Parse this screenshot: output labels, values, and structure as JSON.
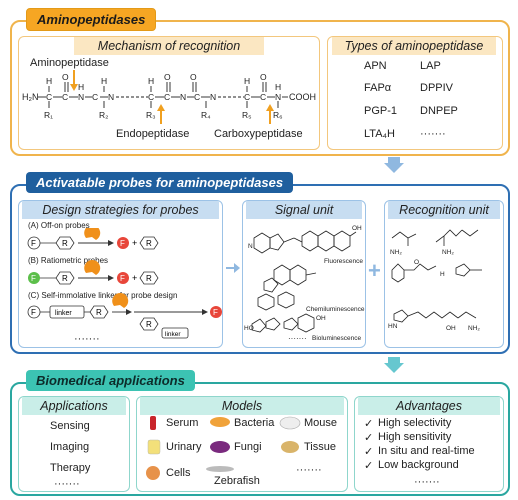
{
  "section1": {
    "title": "Aminopeptidases",
    "mechanism_title": "Mechanism of recognition",
    "aminopeptidase_label": "Aminopeptidase",
    "endopeptidase_label": "Endopeptidase",
    "carboxypeptidase_label": "Carboxypeptidase",
    "chain": {
      "n_term": "H₂N",
      "c_term": "COOH",
      "r_groups": [
        "R₁",
        "R₂",
        "R₃",
        "R₄",
        "R₅",
        "R₆"
      ]
    },
    "types_title": "Types of aminopeptidase",
    "types": [
      "APN",
      "LAP",
      "FAPα",
      "DPPIV",
      "PGP-1",
      "DNPEP",
      "LTA₄H",
      "·······"
    ]
  },
  "section2": {
    "title": "Activatable probes for aminopeptidases",
    "design_title": "Design strategies for probes",
    "strategies": [
      {
        "label": "(A) Off-on probes",
        "left": "F",
        "right": "R"
      },
      {
        "label": "(B) Ratiometric probes",
        "left": "F",
        "right": "R"
      },
      {
        "label": "(C) Self-immolative linker for probe design",
        "left": "F",
        "right": "R",
        "linker": "linker"
      }
    ],
    "design_dots": "·······",
    "signal_title": "Signal unit",
    "signal_items": [
      "Fluorescence",
      "Chemiluminescence",
      "Bioluminescence"
    ],
    "signal_dots": "·······",
    "recognition_title": "Recognition unit",
    "plus": "+"
  },
  "section3": {
    "title": "Biomedical applications",
    "applications_title": "Applications",
    "applications": [
      "Sensing",
      "Imaging",
      "Therapy",
      "·······"
    ],
    "models_title": "Models",
    "models": [
      "Serum",
      "Bacteria",
      "Mouse",
      "Urinary",
      "Fungi",
      "Tissue",
      "Cells",
      "Zebrafish",
      "·······"
    ],
    "advantages_title": "Advantages",
    "advantages": [
      "High selectivity",
      "High sensitivity",
      "In situ and real-time",
      "Low background"
    ],
    "advantages_dots": "·······"
  },
  "colors": {
    "orange_border": "#f0b44c",
    "orange_fill": "#f6a623",
    "blue_border": "#2e6fb3",
    "blue_header": "#1f5f9e",
    "blue_light": "#c7ddf1",
    "teal_border": "#2aa7a0",
    "teal_header": "#3cc3b3",
    "cream": "#fbe7c2"
  }
}
